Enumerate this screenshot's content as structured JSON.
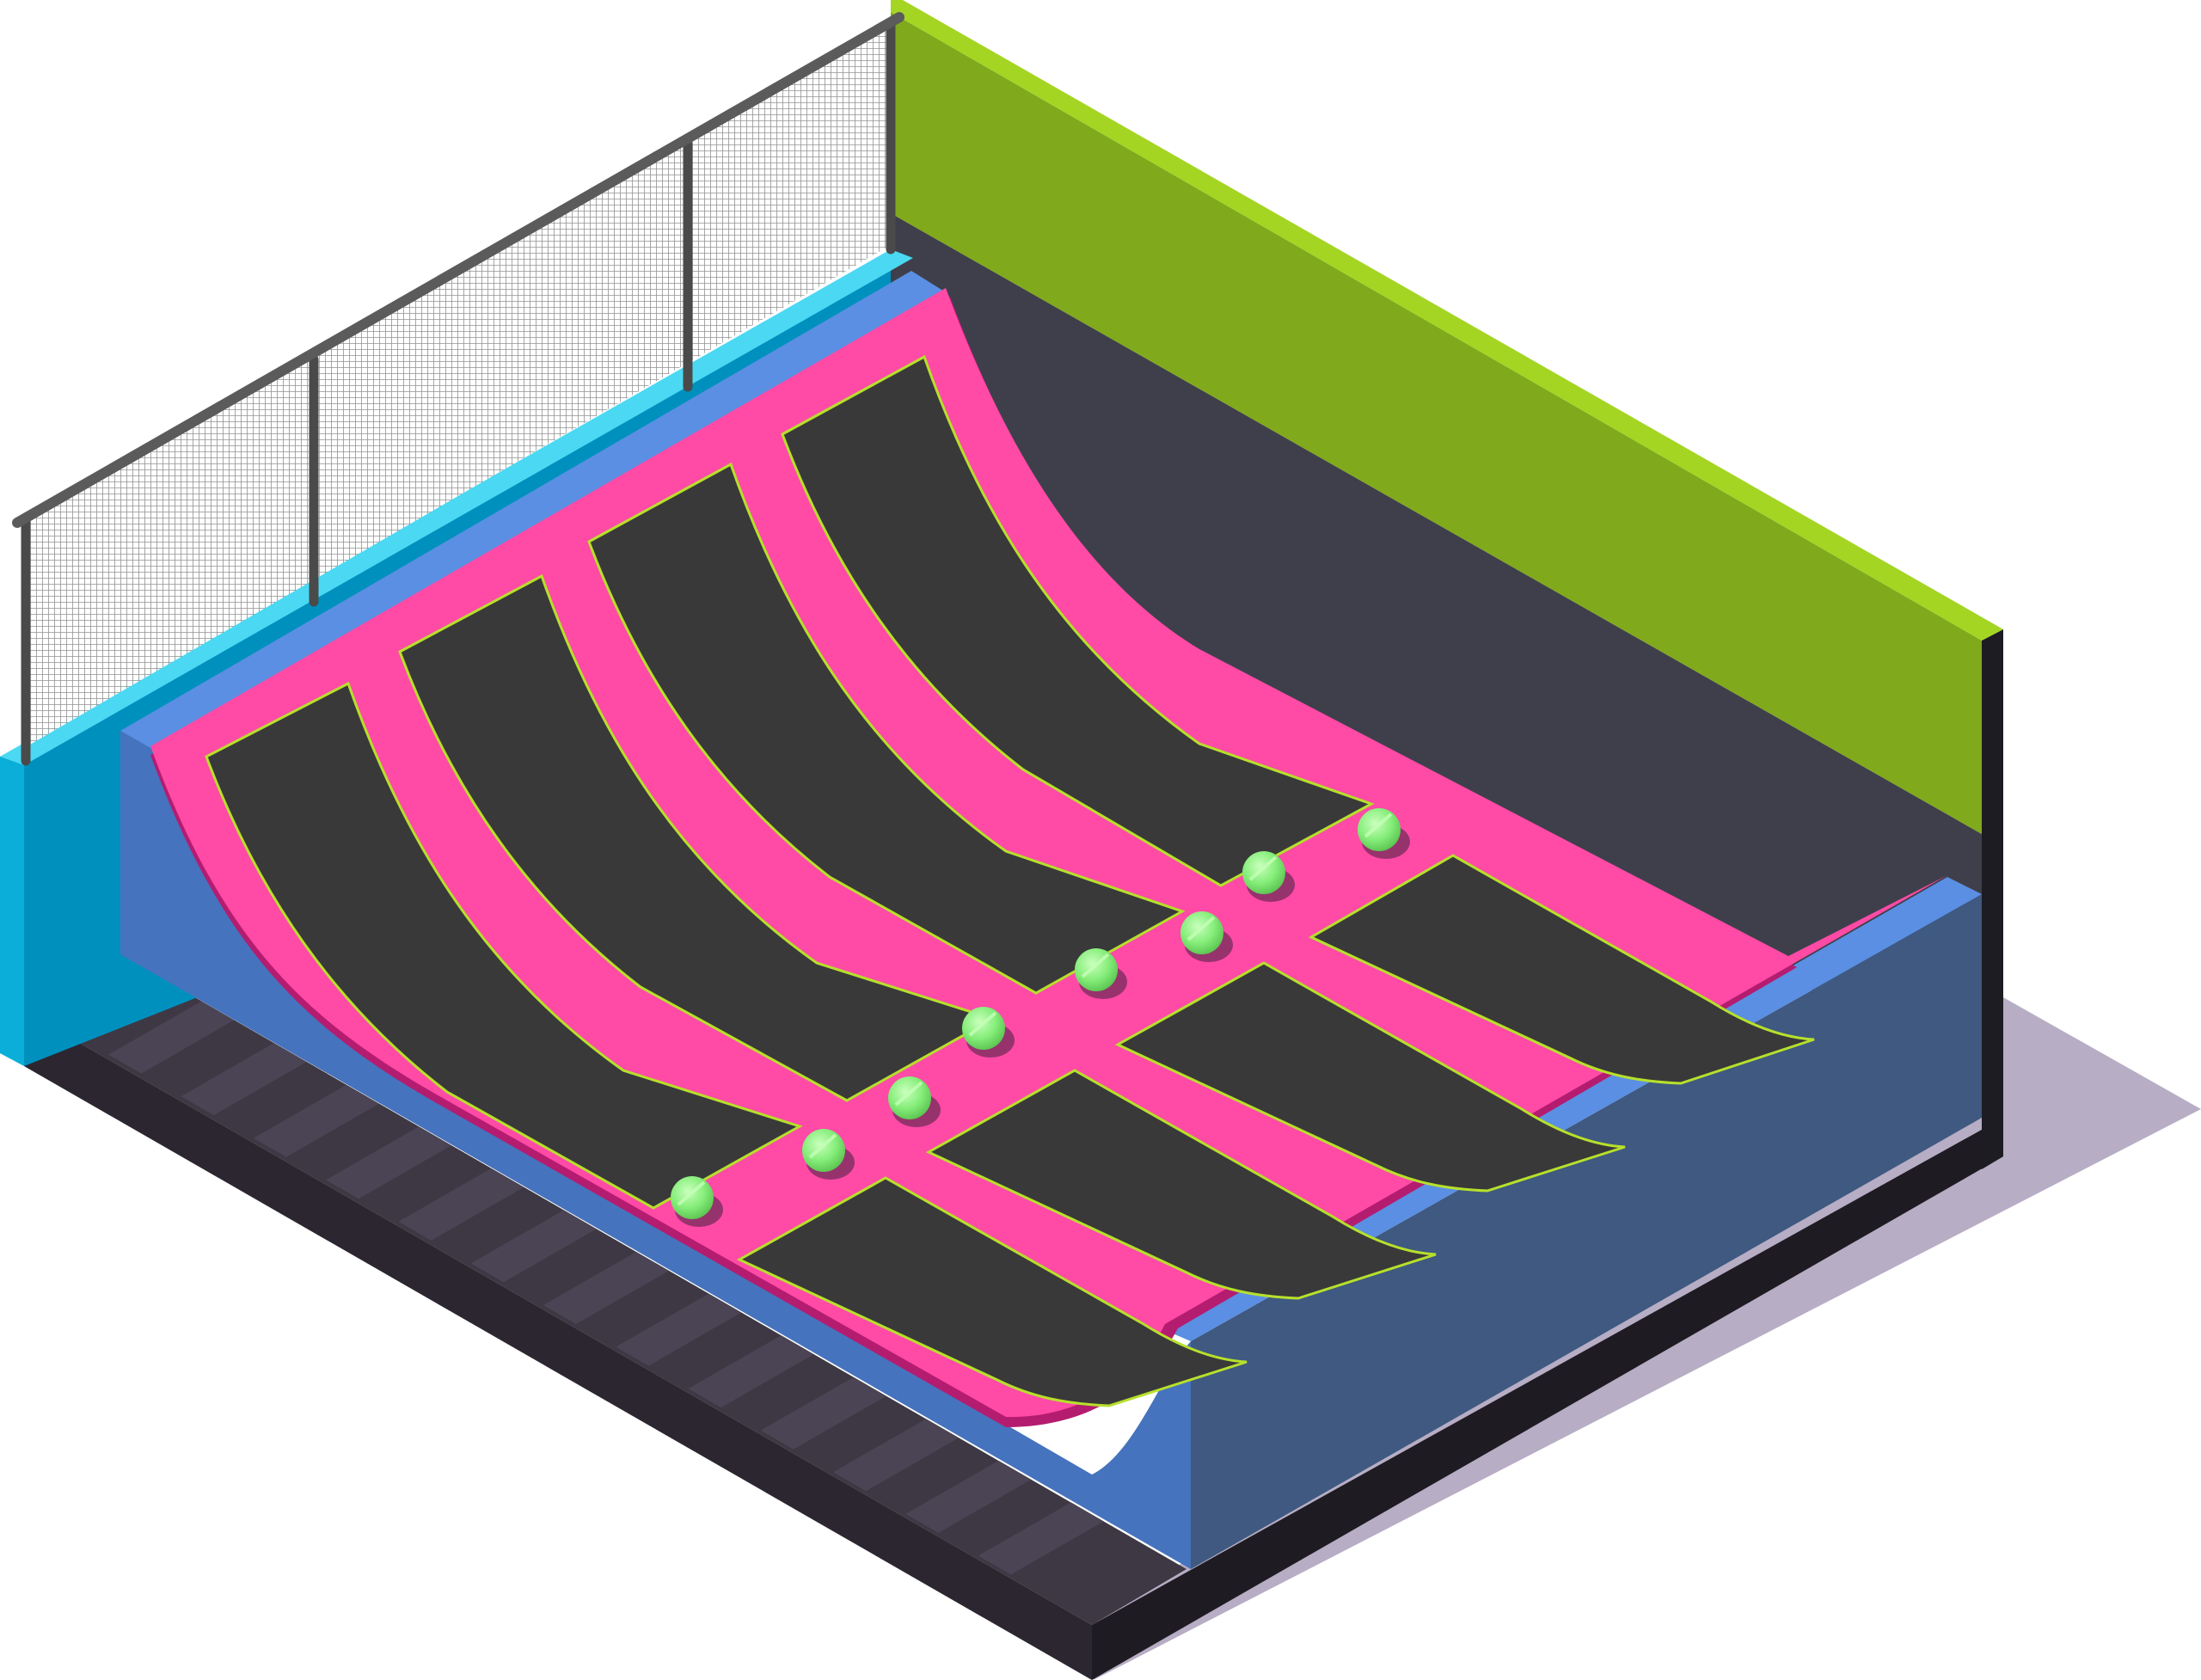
{
  "scene": {
    "subject": "isometric-trampoline-park-ramp-court",
    "background_color": "#ffffff",
    "colors": {
      "floor_base_top": "#3d3843",
      "floor_base_side": "#2c2631",
      "floor_stripe": "#4b4454",
      "shadow": "#b7adc4",
      "back_wall": "#3f3f4b",
      "back_wall_edge": "#1c1c22",
      "green_band": "#80a91c",
      "green_top": "#a4d523",
      "blue_side_front": "#3f5980",
      "blue_side_curved": "#4673be",
      "blue_top": "#5a8fe3",
      "cyan_wall": "#0090be",
      "cyan_front": "#0aaed8",
      "cyan_top": "#4ad8f3",
      "pink_frame": "#ff4aa6",
      "pink_shadow": "#b41c70",
      "mat": "#393939",
      "mat_outline": "#b7e02b",
      "net": "#9a9a9a",
      "post": "#4a4a4a",
      "ball": "#86ee7a",
      "ball_highlight": "#c6ffb8",
      "ball_shadow": "#6a2a55"
    },
    "icons": {
      "net_fence": "safety-net-icon",
      "ball": "foam-ball-icon",
      "mat": "trampoline-mat-icon"
    },
    "trampoline_count": {
      "ramp_rows": 4,
      "flat_rows": 4
    },
    "ball_count": 8
  }
}
